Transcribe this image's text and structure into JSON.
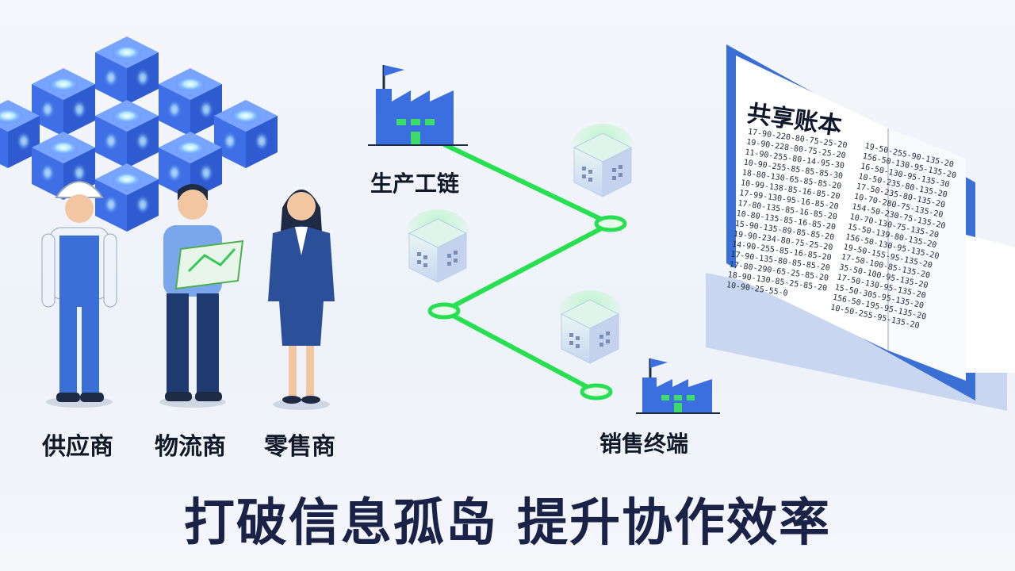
{
  "roles": [
    {
      "label": "供应商",
      "icon": "worker-icon"
    },
    {
      "label": "物流商",
      "icon": "logistics-person-icon"
    },
    {
      "label": "零售商",
      "icon": "businesswoman-icon"
    }
  ],
  "chain": {
    "production_label": "生产工链",
    "sales_label": "销售终端"
  },
  "ledger": {
    "title": "共享账本",
    "left_lines": [
      "17-90-220-80-75-25-20",
      "19-90-228-80-75-25-20",
      "11-90-255-80-14-95-30",
      "10-90-255-85-85-85-30",
      "18-80-130-65-85-85-20",
      "10-99-138-85-16-85-20",
      "17-99-130-95-16-85-20",
      "17-80-135-85-16-85-20",
      "10-80-135-85-16-85-20",
      "15-90-135-89-85-85-20",
      "19-90-234-80-75-25-20",
      "14-90-255-85-16-85-20",
      "17-90-135-80-85-85-20",
      "17-80-290-65-25-85-20",
      "18-90-130-85-25-85-20",
      "10-90-25-55-0"
    ],
    "right_lines": [
      "19-50-255-90-135-20",
      "156-50-130-95-135-20",
      "16-50-130-95-135-30",
      "10-50-235-80-135-20",
      "17-50-235-80-135-20",
      "10-70-280-75-135-20",
      "154-50-230-75-135-20",
      "10-70-130-75-135-20",
      "15-50-139-80-135-20",
      "156-50-130-95-135-20",
      "19-50-155-95-135-20",
      "17-50-100-85-135-20",
      "35-50-100-95-135-20",
      "17-50-130-95-135-20",
      "15-50-305-95-135-20",
      "156-50-195-95-135-20",
      "10-50-255-95-135-20"
    ]
  },
  "headline": "打破信息孤岛 提升协作效率",
  "colors": {
    "cube": "#4a7ff0",
    "cube_glow": "#b9f0ff",
    "chain_line": "#27e052",
    "factory": "#3b6fe0",
    "book_cover": "#3a6fd6",
    "headline": "#1b2247"
  }
}
